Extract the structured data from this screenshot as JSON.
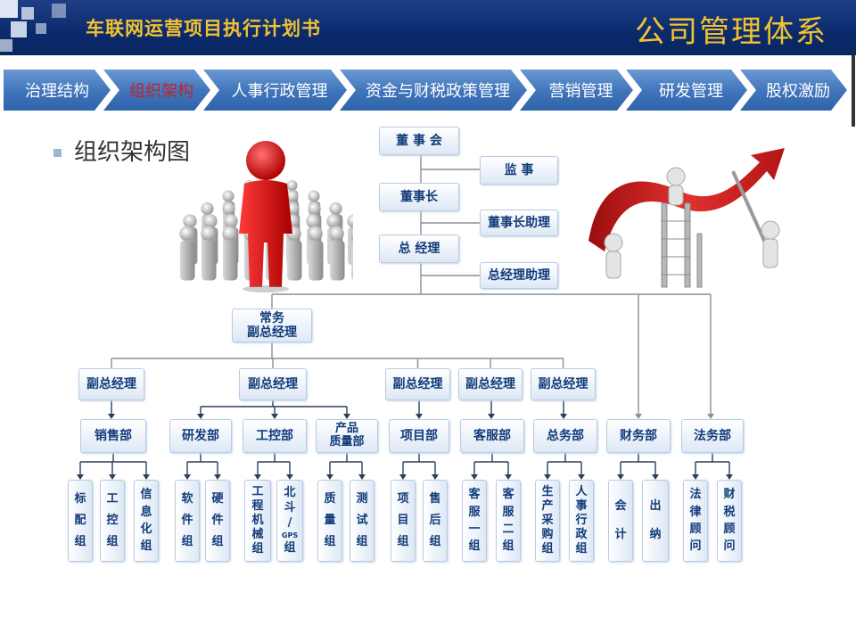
{
  "header": {
    "project_title": "车联网运营项目执行计划书",
    "section_title": "公司管理体系"
  },
  "nav": [
    {
      "label": "治理结构",
      "active": false
    },
    {
      "label": "组织架构",
      "active": true
    },
    {
      "label": "人事行政管理",
      "active": false
    },
    {
      "label": "资金与财税政策管理",
      "active": false
    },
    {
      "label": "营销管理",
      "active": false
    },
    {
      "label": "研发管理",
      "active": false
    },
    {
      "label": "股权激励",
      "active": false
    }
  ],
  "subtitle": "组织架构图",
  "org": {
    "board": "董 事 会",
    "supervisor": "监    事",
    "chairman": "董事长",
    "chairman_assistant": "董事长助理",
    "gm": "总 经理",
    "gm_assistant": "总经理助理",
    "exec_vp": "常务\n副总经理",
    "vp": [
      "副总经理",
      "副总经理",
      "副总经理",
      "副总经理",
      "副总经理"
    ],
    "departments": [
      "销售部",
      "研发部",
      "工控部",
      "产品\n质量部",
      "项目部",
      "客服部",
      "总务部",
      "财务部",
      "法务部"
    ],
    "groups": [
      {
        "chars": [
          "标",
          "配",
          "组"
        ]
      },
      {
        "chars": [
          "工",
          "控",
          "组"
        ]
      },
      {
        "chars": [
          "信",
          "息",
          "化",
          "组"
        ]
      },
      {
        "chars": [
          "软",
          "件",
          "组"
        ]
      },
      {
        "chars": [
          "硬",
          "件",
          "组"
        ]
      },
      {
        "chars": [
          "工",
          "程",
          "机",
          "械",
          "组"
        ]
      },
      {
        "chars": [
          "北",
          "斗",
          "/",
          "GPS",
          "组"
        ]
      },
      {
        "chars": [
          "质",
          "量",
          "组"
        ]
      },
      {
        "chars": [
          "测",
          "试",
          "组"
        ]
      },
      {
        "chars": [
          "项",
          "目",
          "组"
        ]
      },
      {
        "chars": [
          "售",
          "后",
          "组"
        ]
      },
      {
        "chars": [
          "客",
          "服",
          "一",
          "组"
        ]
      },
      {
        "chars": [
          "客",
          "服",
          "二",
          "组"
        ]
      },
      {
        "chars": [
          "生",
          "产",
          "采",
          "购",
          "组"
        ]
      },
      {
        "chars": [
          "人",
          "事",
          "行",
          "政",
          "组"
        ]
      },
      {
        "chars": [
          "会",
          "计"
        ]
      },
      {
        "chars": [
          "出",
          "纳"
        ]
      },
      {
        "chars": [
          "法",
          "律",
          "顾",
          "问"
        ]
      },
      {
        "chars": [
          "财",
          "税",
          "顾",
          "问"
        ]
      }
    ]
  },
  "colors": {
    "header_bg": "#0b2a6d",
    "title_gold": "#f2c230",
    "nav_blue": "#3f74ba",
    "active_red": "#c0242a",
    "node_text": "#123b7a",
    "line_gray": "#8a8f96",
    "line_dark": "#2c3e5a"
  }
}
